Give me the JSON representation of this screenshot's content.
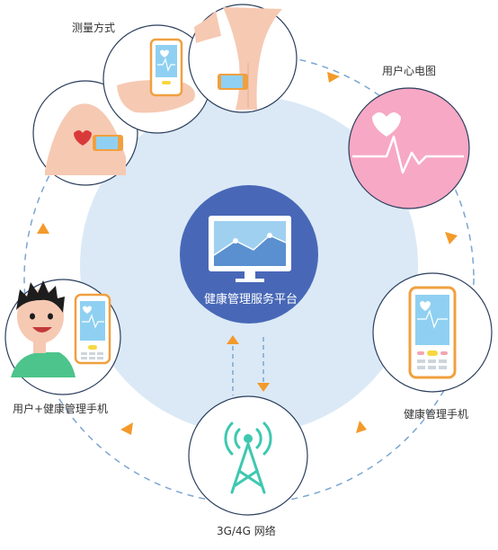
{
  "diagram": {
    "center": {
      "title": "健康管理服务平台"
    },
    "nodes": {
      "measurement": {
        "label": "测量方式"
      },
      "ecg": {
        "label": "用户心电图"
      },
      "phone": {
        "label": "健康管理手机"
      },
      "network": {
        "label": "3G/4G 网络"
      },
      "user": {
        "label": "用户+健康管理手机"
      }
    },
    "colors": {
      "platform_blue": "#4868b7",
      "halo": "#dbe9f6",
      "arrow_orange": "#f39a2a",
      "dash_blue": "#7aa6d2",
      "ecg_pink": "#f7a8c4",
      "tower_teal": "#3ec8b0",
      "phone_orange": "#f0a040",
      "phone_screen": "#8fd0f2"
    },
    "icons": [
      "monitor-icon",
      "heart-icon",
      "ecg-wave-icon",
      "signal-tower-icon",
      "phone-icon",
      "person-icon",
      "hand-icon",
      "body-icon"
    ]
  }
}
